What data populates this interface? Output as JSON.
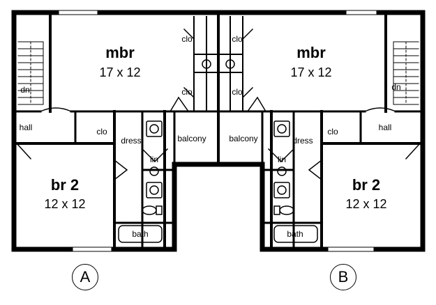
{
  "plan": {
    "unit_a": {
      "marker": "A",
      "mbr": {
        "name": "mbr",
        "size": "17 x 12"
      },
      "br2": {
        "name": "br 2",
        "size": "12 x 12"
      },
      "hall": "hall",
      "dress": "dress",
      "clo_upper": "clo",
      "clo_lower": "clo",
      "clo_hall": "clo",
      "lin": "lin",
      "bath": "bath",
      "balcony": "balcony",
      "stair": "dn"
    },
    "unit_b": {
      "marker": "B",
      "mbr": {
        "name": "mbr",
        "size": "17 x 12"
      },
      "br2": {
        "name": "br 2",
        "size": "12 x 12"
      },
      "hall": "hall",
      "dress": "dress",
      "clo_upper": "clo",
      "clo_lower": "clo",
      "clo_hall": "clo",
      "lin": "lin",
      "bath": "bath",
      "balcony": "balcony",
      "stair": "dn"
    }
  }
}
